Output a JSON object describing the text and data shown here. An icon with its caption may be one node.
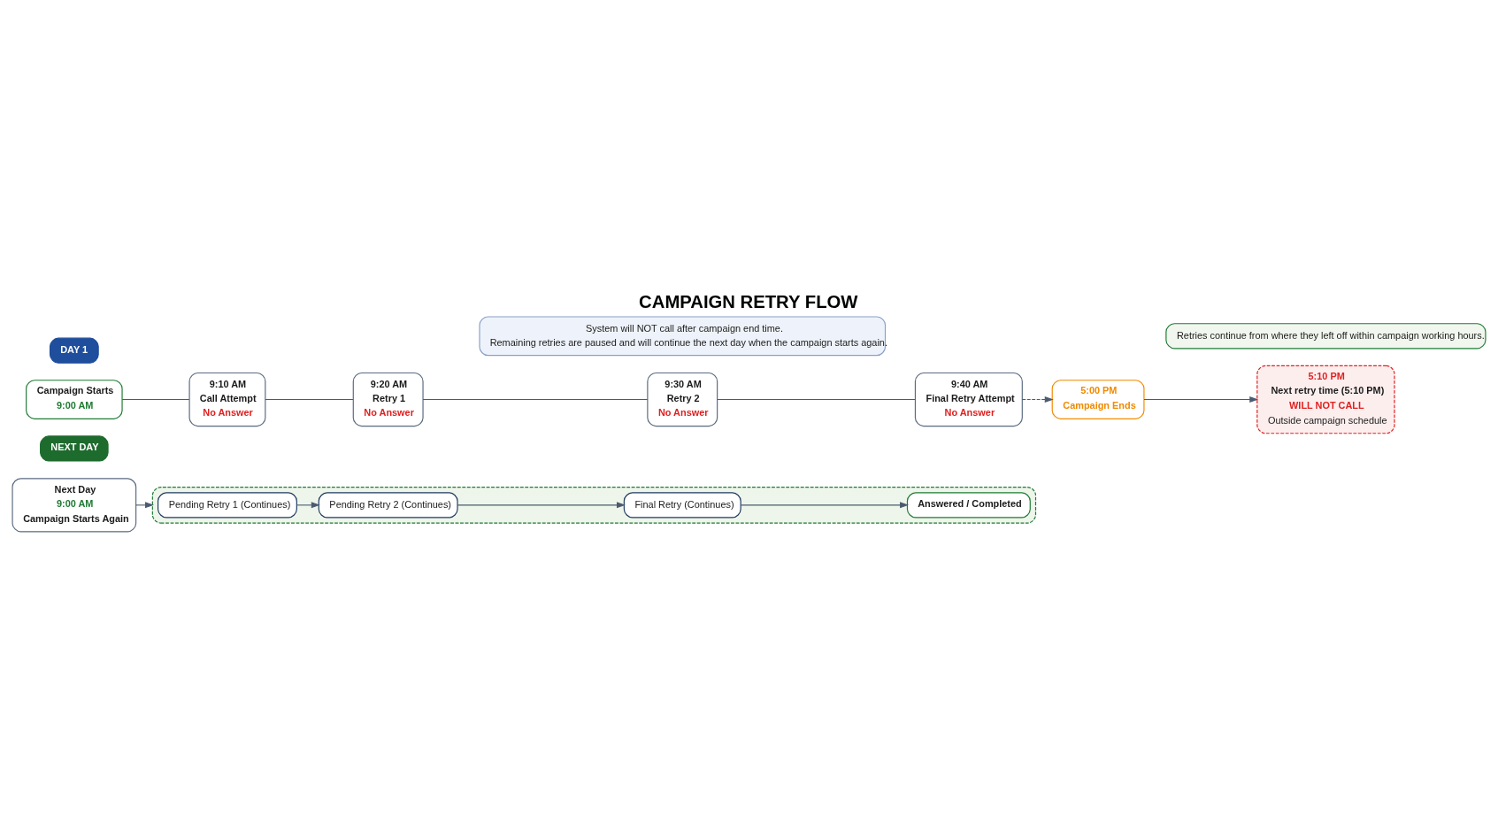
{
  "diagram": {
    "title": "CAMPAIGN RETRY FLOW",
    "nodes": [
      {
        "text": [
          "DAY 1"
        ]
      },
      {
        "text": [
          "Campaign Starts",
          "9:00 AM"
        ]
      },
      {
        "text": [
          "9:10 AM",
          "Call Attempt",
          "No Answer"
        ]
      },
      {
        "text": [
          "9:20 AM",
          "Retry 1",
          "No Answer"
        ]
      },
      {
        "text": [
          "9:30 AM",
          "Retry 2",
          "No Answer"
        ]
      },
      {
        "text": [
          "9:40 AM",
          "Final Retry Attempt",
          "No Answer"
        ]
      },
      {
        "text": [
          "5:00 PM",
          "Campaign Ends"
        ]
      },
      {
        "text": [
          "5:10 PM",
          "Next retry time (5:10 PM)",
          "WILL NOT CALL",
          "Outside campaign schedule"
        ]
      },
      {
        "text": [
          "System will NOT call after campaign end time.",
          "Remaining retries are paused and will continue the next day when the campaign starts again."
        ]
      },
      {
        "text": [
          "NEXT DAY"
        ]
      },
      {
        "text": [
          "Next Day",
          "9:00 AM",
          "Campaign Starts Again"
        ]
      },
      {
        "text": [],
        "shape": "box"
      },
      {
        "text": [
          "Pending Retry 1 (Continues)"
        ],
        "in": 11
      },
      {
        "text": [
          "Pending Retry 2 (Continues)"
        ],
        "in": 11
      },
      {
        "text": [
          "Final Retry (Continues)"
        ],
        "in": 11
      },
      {
        "text": [
          "Answered / Completed"
        ],
        "in": 11
      },
      {
        "text": [
          "Retries continue from where they left off within campaign working hours."
        ]
      }
    ],
    "edges": [
      {
        "from": 1,
        "to": 2,
        "arrow": "none"
      },
      {
        "from": 2,
        "to": 3,
        "arrow": "none"
      },
      {
        "from": 3,
        "to": 4,
        "arrow": "none"
      },
      {
        "from": 4,
        "to": 5,
        "arrow": "none"
      },
      {
        "from": 5,
        "to": 6,
        "arrow": "to",
        "style": "dashed"
      },
      {
        "from": 6,
        "to": 7,
        "arrow": "to"
      },
      {
        "from": 10,
        "to": 11,
        "arrow": "to"
      },
      {
        "from": 12,
        "to": 13,
        "arrow": "to"
      },
      {
        "from": 13,
        "to": 14,
        "arrow": "to"
      },
      {
        "from": 14,
        "to": 15,
        "arrow": "to"
      }
    ]
  }
}
